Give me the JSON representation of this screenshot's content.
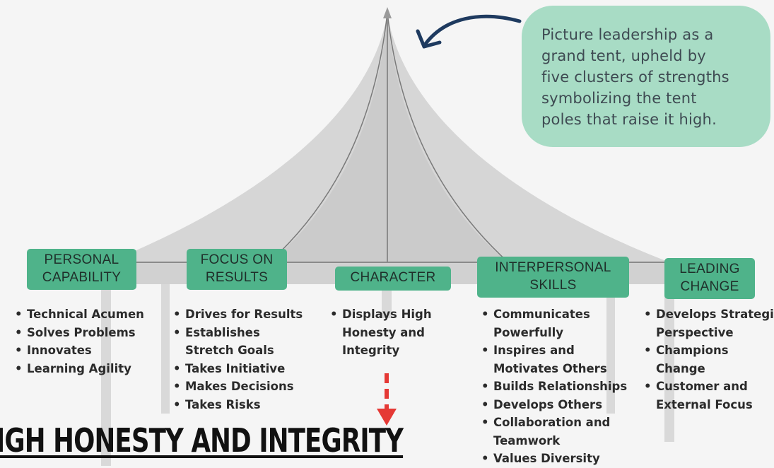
{
  "callout": {
    "lines": [
      "Picture leadership as a",
      "grand tent, upheld by",
      "five clusters of strengths",
      "symbolizing the tent",
      "poles that raise it high."
    ],
    "color": "#a8dcc5"
  },
  "colors": {
    "pill": "#4fb38a",
    "tent": "#d6d6d6",
    "pole": "#d9d9d9",
    "arrow_dark": "#1e3a5f",
    "arrow_red": "#e53935"
  },
  "pillars": [
    {
      "title_lines": [
        "PERSONAL",
        "CAPABILITY"
      ],
      "items": [
        "Technical Acumen",
        "Solves Problems",
        "Innovates",
        "Learning Agility"
      ]
    },
    {
      "title_lines": [
        "FOCUS ON",
        "RESULTS"
      ],
      "items": [
        "Drives for Results",
        "Establishes",
        "Stretch Goals",
        "Takes Initiative",
        "Makes Decisions",
        "Takes Risks"
      ]
    },
    {
      "title_lines": [
        "CHARACTER"
      ],
      "items": [
        "Displays High",
        "Honesty and",
        "Integrity"
      ]
    },
    {
      "title_lines": [
        "INTERPERSONAL",
        "SKILLS"
      ],
      "items": [
        "Communicates",
        "Powerfully",
        "Inspires and",
        "Motivates Others",
        "Builds Relationships",
        "Develops Others",
        "Collaboration and",
        "Teamwork",
        "Values Diversity"
      ]
    },
    {
      "title_lines": [
        "LEADING",
        "CHANGE"
      ],
      "items": [
        "Develops Strategic",
        "Perspective",
        "Champions",
        "Change",
        "Customer and",
        "External Focus"
      ]
    }
  ],
  "highlight_title": "IGH HONESTY AND INTEGRITY"
}
